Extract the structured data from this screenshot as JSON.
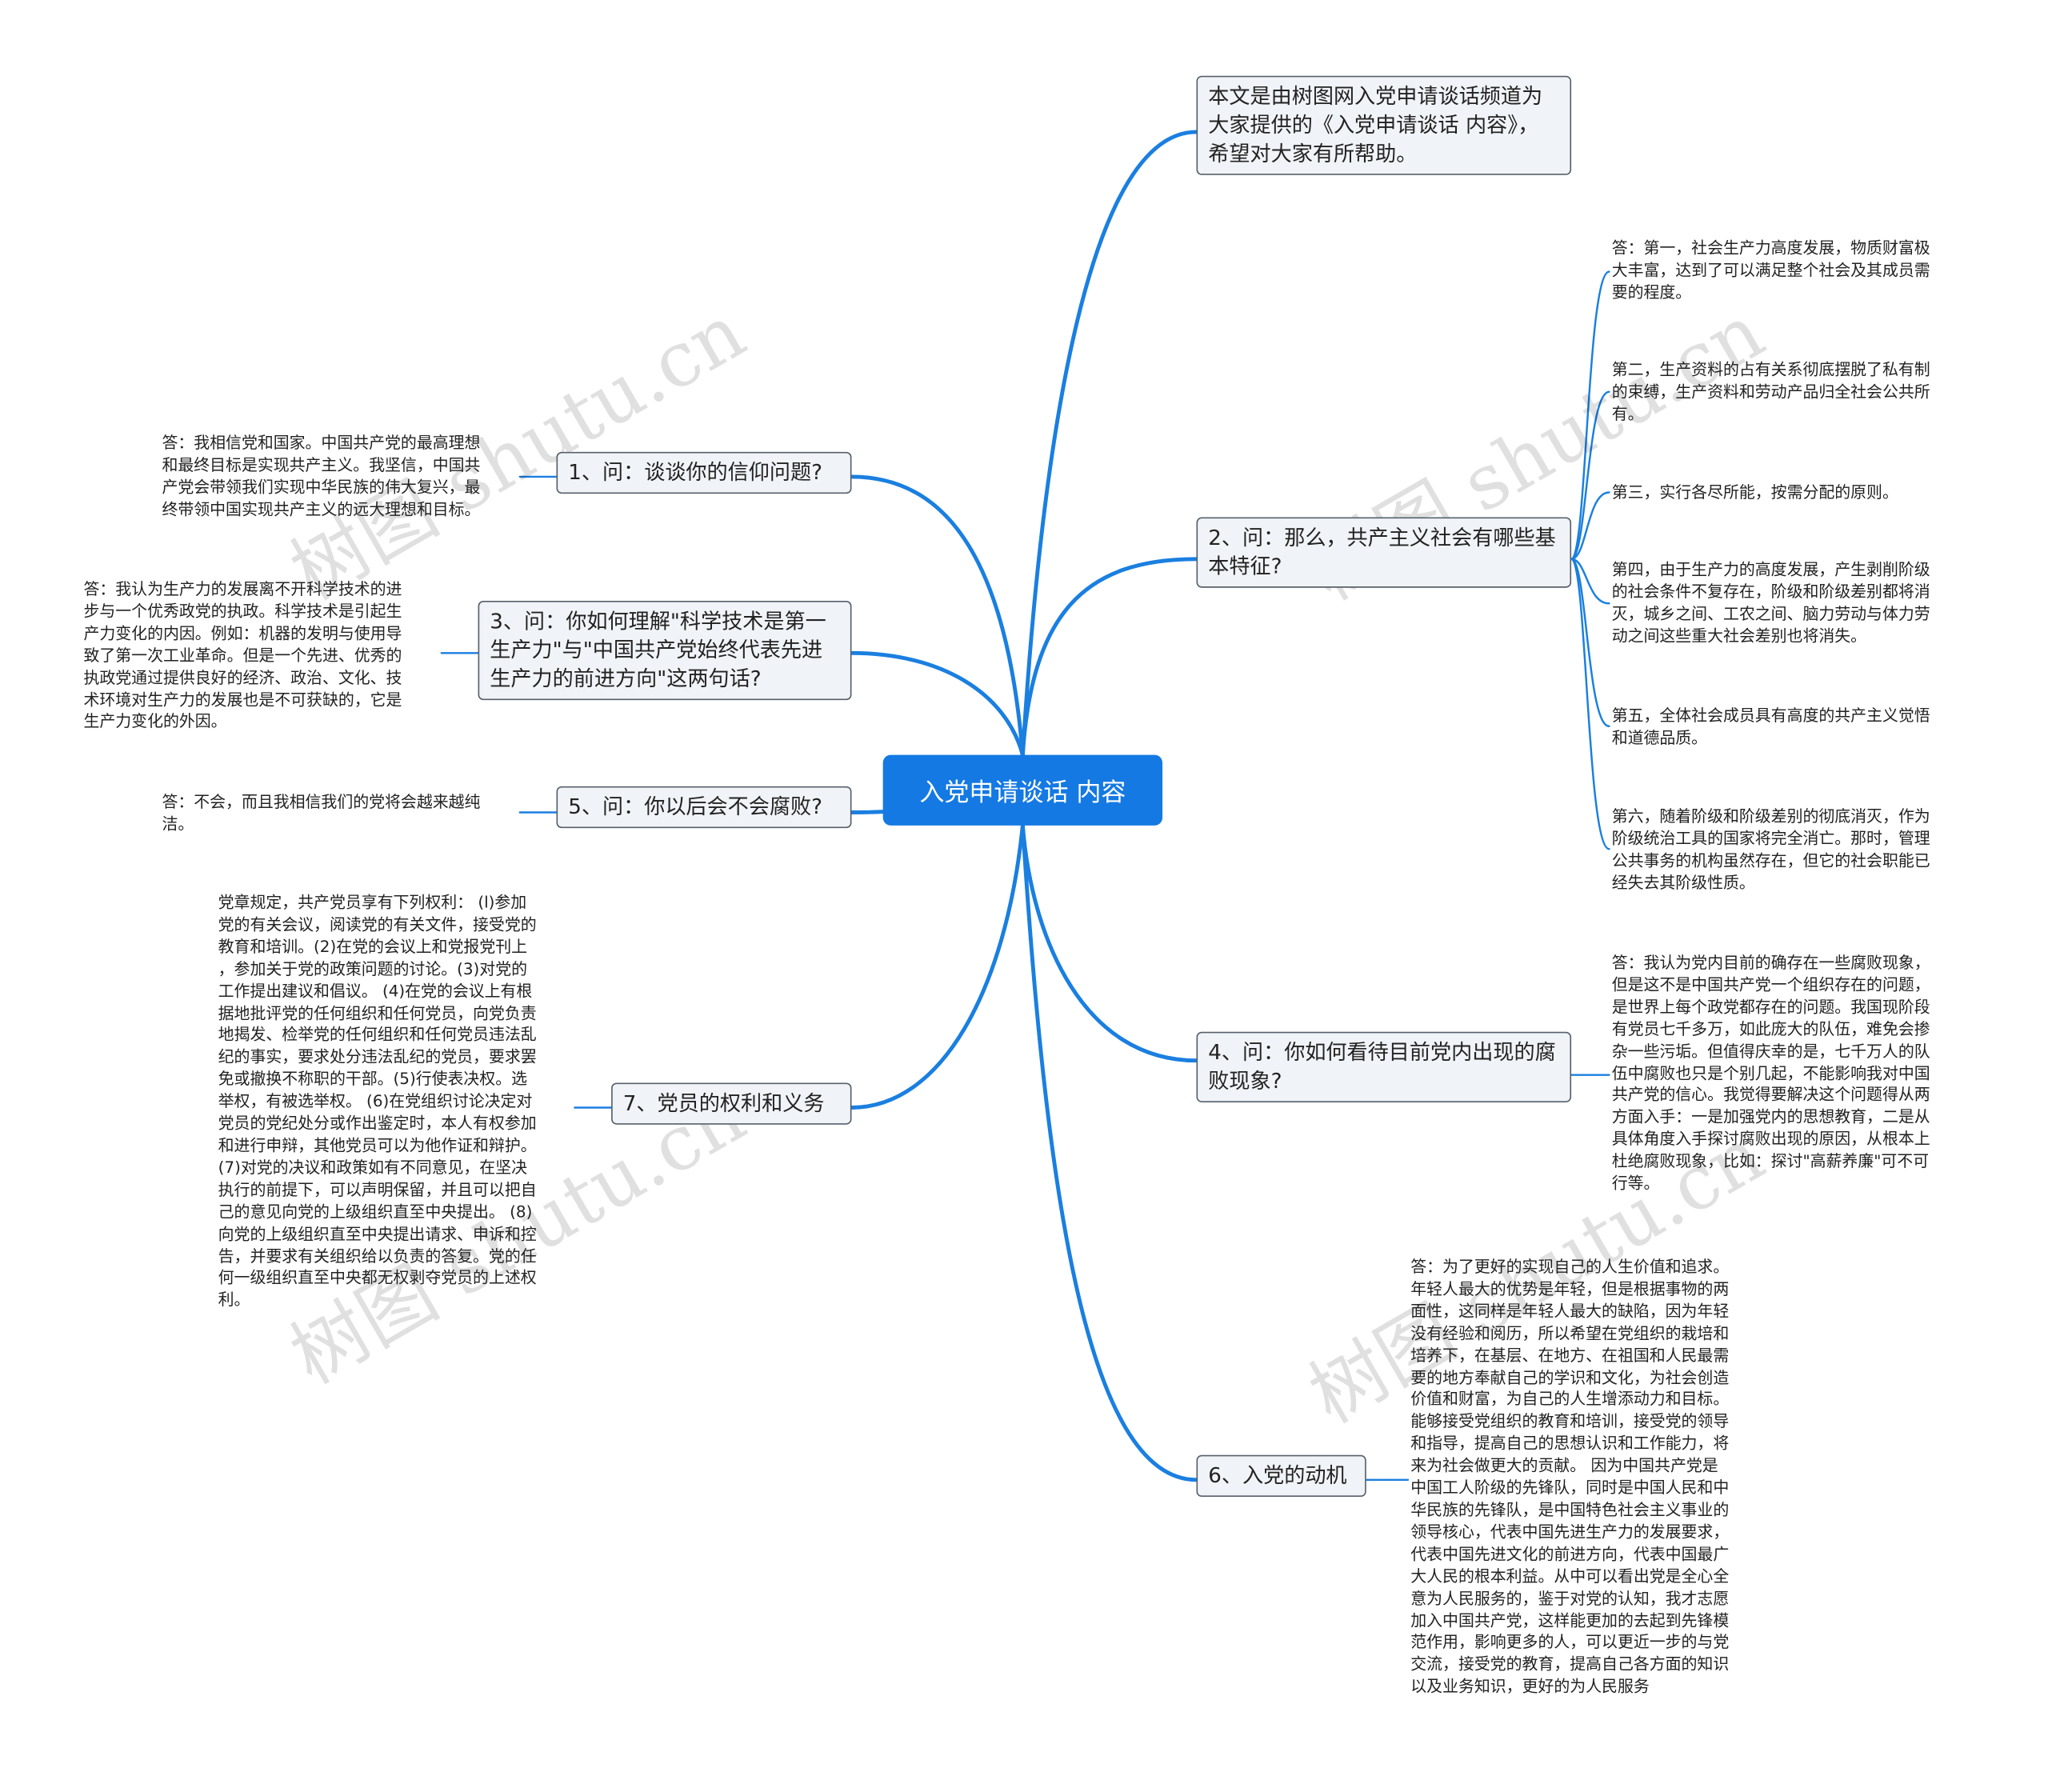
{
  "root": {
    "label": "入党申请谈话 内容"
  },
  "intro": {
    "label": "本文是由树图网入党申请谈话频道为大家提供的《入党申请谈话 内容》，希望对大家有所帮助。"
  },
  "topics": {
    "t1": {
      "label": "1、问：谈谈你的信仰问题?"
    },
    "t2": {
      "label": "2、问：那么，共产主义社会有哪些基本特征?"
    },
    "t3": {
      "label": "3、问：你如何理解\"科学技术是第一生产力\"与\"中国共产党始终代表先进生产力的前进方向\"这两句话?"
    },
    "t4": {
      "label": "4、问：你如何看待目前党内出现的腐败现象?"
    },
    "t5": {
      "label": "5、问：你以后会不会腐败?"
    },
    "t6": {
      "label": "6、入党的动机"
    },
    "t7": {
      "label": "7、党员的权利和义务"
    }
  },
  "leaves": {
    "a1": "答：我相信党和国家。中国共产党的最高理想\n和最终目标是实现共产主义。我坚信，中国共\n产党会带领我们实现中华民族的伟大复兴，最\n终带领中国实现共产主义的远大理想和目标。",
    "a2_1": "答：第一，社会生产力高度发展，物质财富极\n大丰富，达到了可以满足整个社会及其成员需\n要的程度。",
    "a2_2": "第二，生产资料的占有关系彻底摆脱了私有制\n的束缚，生产资料和劳动产品归全社会公共所\n有。",
    "a2_3": "第三，实行各尽所能，按需分配的原则。",
    "a2_4": "第四，由于生产力的高度发展，产生剥削阶级\n的社会条件不复存在，阶级和阶级差别都将消\n灭，城乡之间、工农之间、脑力劳动与体力劳\n动之间这些重大社会差别也将消失。",
    "a2_5": "第五，全体社会成员具有高度的共产主义觉悟\n和道德品质。",
    "a2_6": "第六，随着阶级和阶级差别的彻底消灭，作为\n阶级统治工具的国家将完全消亡。那时，管理\n公共事务的机构虽然存在，但它的社会职能已\n经失去其阶级性质。",
    "a3": "答：我认为生产力的发展离不开科学技术的进\n步与一个优秀政党的执政。科学技术是引起生\n产力变化的内因。例如：机器的发明与使用导\n致了第一次工业革命。但是一个先进、优秀的\n执政党通过提供良好的经济、政治、文化、技\n术环境对生产力的发展也是不可获缺的，它是\n生产力变化的外因。",
    "a4": "答：我认为党内目前的确存在一些腐败现象，\n但是这不是中国共产党一个组织存在的问题，\n是世界上每个政党都存在的问题。我国现阶段\n有党员七千多万，如此庞大的队伍，难免会掺\n杂一些污垢。但值得庆幸的是，七千万人的队\n伍中腐败也只是个别几起，不能影响我对中国\n共产党的信心。我觉得要解决这个问题得从两\n方面入手：一是加强党内的思想教育，二是从\n具体角度入手探讨腐败出现的原因，从根本上\n杜绝腐败现象，比如：探讨\"高薪养廉\"可不可\n行等。",
    "a5": "答：不会，而且我相信我们的党将会越来越纯\n洁。",
    "a6": "答：为了更好的实现自己的人生价值和追求。\n年轻人最大的优势是年轻，但是根据事物的两\n面性，这同样是年轻人最大的缺陷，因为年轻\n没有经验和阅历，所以希望在党组织的栽培和\n培养下，在基层、在地方、在祖国和人民最需\n要的地方奉献自己的学识和文化，为社会创造\n价值和财富，为自己的人生增添动力和目标。\n能够接受党组织的教育和培训，接受党的领导\n和指导，提高自己的思想认识和工作能力，将\n来为社会做更大的贡献。 因为中国共产党是\n中国工人阶级的先锋队，同时是中国人民和中\n华民族的先锋队，是中国特色社会主义事业的\n领导核心，代表中国先进生产力的发展要求，\n代表中国先进文化的前进方向，代表中国最广\n大人民的根本利益。从中可以看出党是全心全\n意为人民服务的，鉴于对党的认知，我才志愿\n加入中国共产党，这样能更加的去起到先锋模\n范作用，影响更多的人，可以更近一步的与党\n交流，接受党的教育，提高自己各方面的知识\n以及业务知识，更好的为人民服务",
    "a7": "党章规定，共产党员享有下列权利：  (l)参加\n党的有关会议，阅读党的有关文件，接受党的\n教育和培训。(2)在党的会议上和党报党刊上\n，参加关于党的政策问题的讨论。(3)对党的\n工作提出建议和倡议。 (4)在党的会议上有根\n据地批评党的任何组织和任何党员，向党负责\n地揭发、检举党的任何组织和任何党员违法乱\n纪的事实，要求处分违法乱纪的党员，要求罢\n免或撤换不称职的干部。(5)行使表决权。选\n举权，有被选举权。 (6)在党组织讨论决定对\n党员的党纪处分或作出鉴定时，本人有权参加\n和进行申辩，其他党员可以为他作证和辩护。\n (7)对党的决议和政策如有不同意见，在坚决\n执行的前提下，可以声明保留，并且可以把自\n己的意见向党的上级组织直至中央提出。 (8)\n向党的上级组织直至中央提出请求、申诉和控\n告，并要求有关组织给以负责的答复。党的任\n何一级组织直至中央都无权剥夺党员的上述权\n利。"
  },
  "watermark": "树图 shutu.cn",
  "colors": {
    "root": "#1479e3",
    "link": "#1a7fe0",
    "topic_bg": "#f0f3f7",
    "topic_border": "#57606b"
  }
}
